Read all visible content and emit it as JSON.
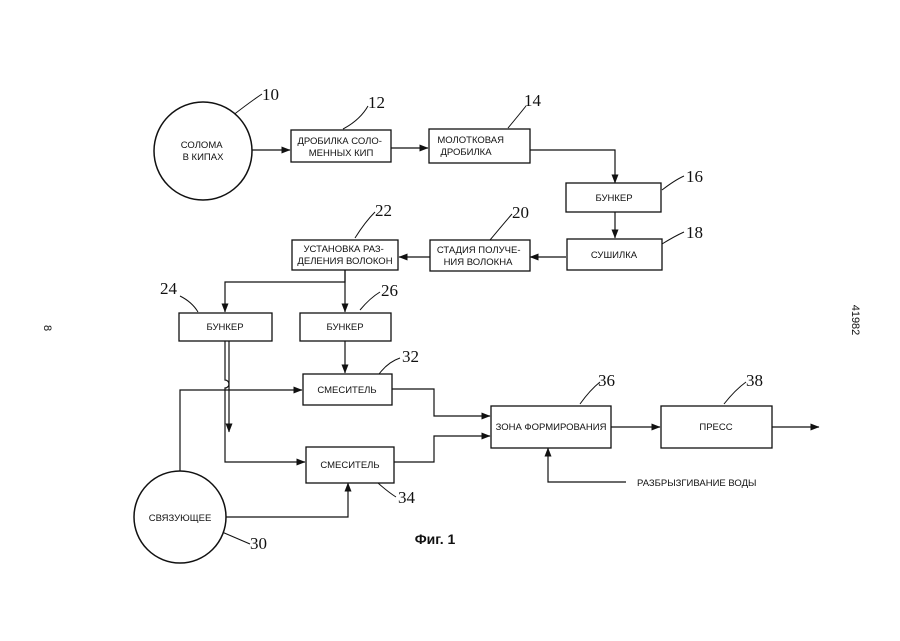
{
  "nodes": {
    "n10": {
      "ref": "10",
      "lines": [
        "СОЛОМА",
        "В КИПАХ"
      ]
    },
    "n12": {
      "ref": "12",
      "lines": [
        "ДРОБИЛКА СОЛО-",
        "МЕННЫХ КИП"
      ]
    },
    "n14": {
      "ref": "14",
      "lines": [
        "МОЛОТКОВАЯ",
        "ДРОБИЛКА"
      ]
    },
    "n16": {
      "ref": "16",
      "lines": [
        "БУНКЕР"
      ]
    },
    "n18": {
      "ref": "18",
      "lines": [
        "СУШИЛКА"
      ]
    },
    "n20": {
      "ref": "20",
      "lines": [
        "СТАДИЯ ПОЛУЧЕ-",
        "НИЯ ВОЛОКНА"
      ]
    },
    "n22": {
      "ref": "22",
      "lines": [
        "УСТАНОВКА РАЗ-",
        "ДЕЛЕНИЯ ВОЛОКОН"
      ]
    },
    "n24": {
      "ref": "24",
      "lines": [
        "БУНКЕР"
      ]
    },
    "n26": {
      "ref": "26",
      "lines": [
        "БУНКЕР"
      ]
    },
    "n30": {
      "ref": "30",
      "lines": [
        "СВЯЗУЮЩЕЕ"
      ]
    },
    "n32": {
      "ref": "32",
      "lines": [
        "СМЕСИТЕЛЬ"
      ]
    },
    "n34": {
      "ref": "34",
      "lines": [
        "СМЕСИТЕЛЬ"
      ]
    },
    "n36": {
      "ref": "36",
      "lines": [
        "ЗОНА ФОРМИРОВАНИЯ"
      ]
    },
    "n38": {
      "ref": "38",
      "lines": [
        "ПРЕСС"
      ]
    }
  },
  "water_label": "РАЗБРЫЗГИВАНИЕ ВОДЫ",
  "figure_caption": "Фиг. 1",
  "page_number": "8",
  "doc_number": "41982"
}
